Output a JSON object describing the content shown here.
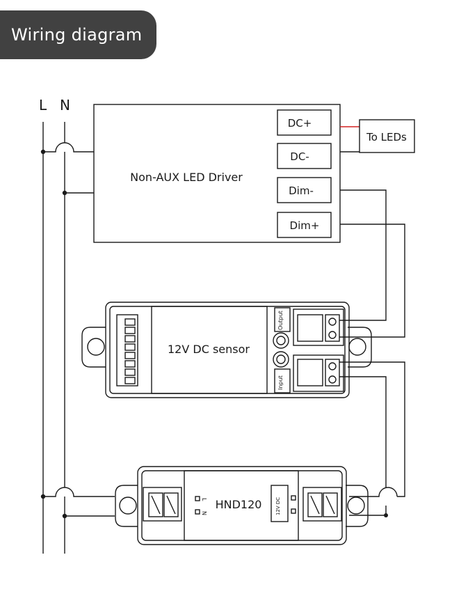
{
  "title": "Wiring diagram",
  "mains": {
    "line": "L",
    "neutral": "N"
  },
  "driver": {
    "name": "Non-AUX LED Driver",
    "terminals": [
      "DC+",
      "DC-",
      "Dim-",
      "Dim+"
    ]
  },
  "leds_label": "To LEDs",
  "sensor": {
    "name": "12V DC sensor",
    "output_label": "Output",
    "input_label": "Input"
  },
  "power": {
    "name": "HND120",
    "l_label": "L",
    "n_label": "N",
    "dc_label": "12V DC"
  },
  "colors": {
    "badge_bg": "#414141",
    "badge_text": "#ffffff",
    "line": "#1a1a1a",
    "red_wire": "#d42020"
  }
}
